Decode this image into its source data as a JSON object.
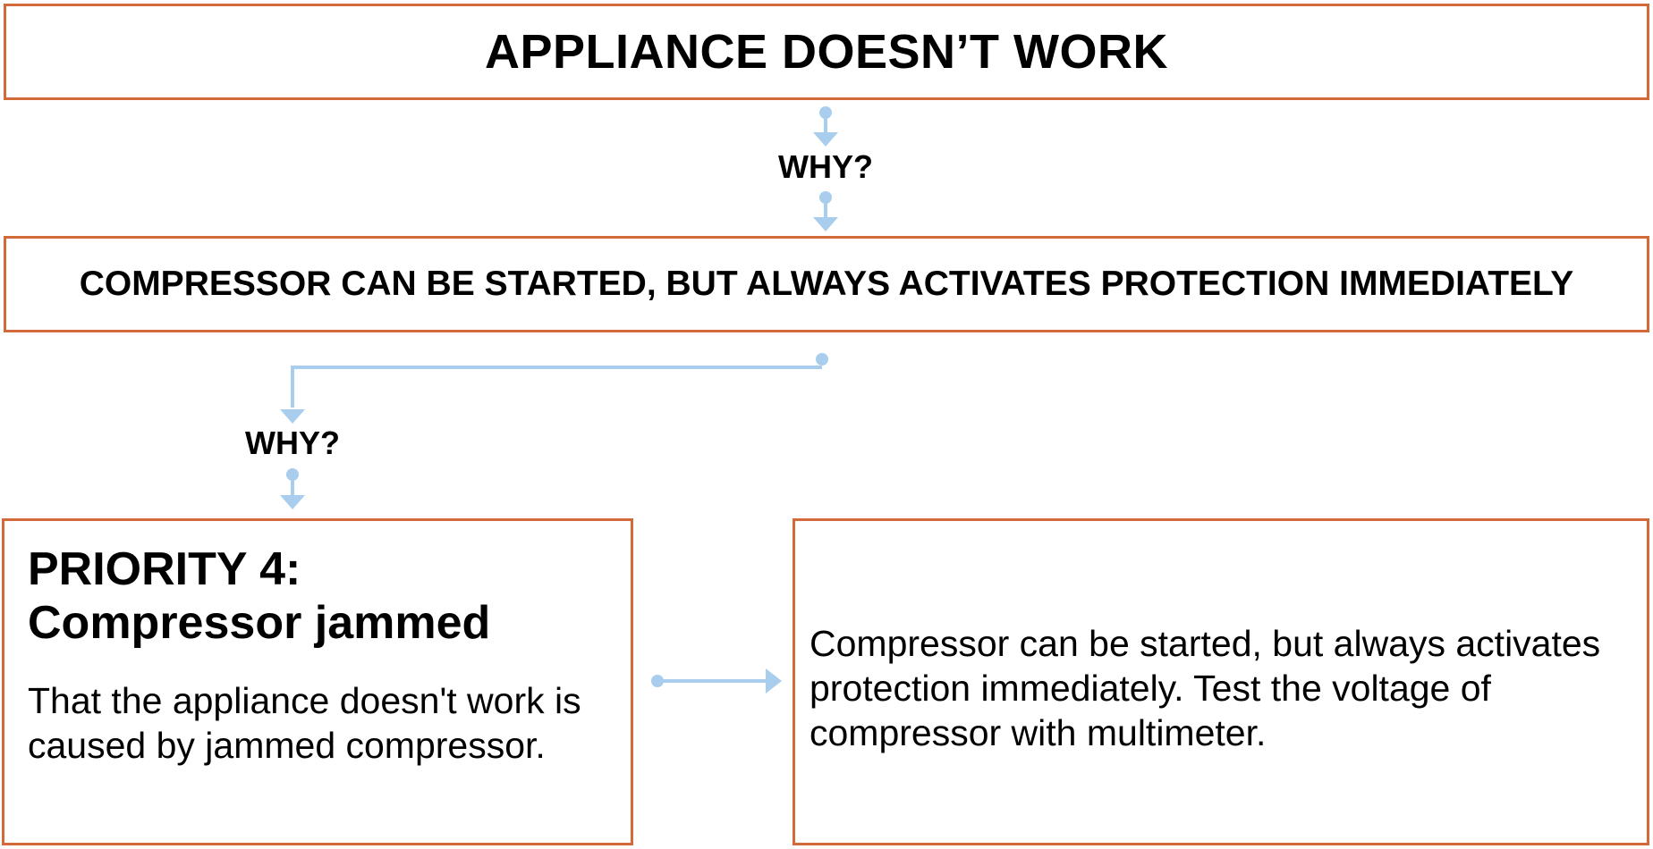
{
  "diagram": {
    "root": {
      "title": "APPLIANCE DOESN’T WORK"
    },
    "why_label_1": "WHY?",
    "symptom": {
      "title": "COMPRESSOR CAN BE STARTED, BUT ALWAYS ACTIVATES PROTECTION IMMEDIATELY"
    },
    "why_label_2": "WHY?",
    "cause": {
      "priority": "PRIORITY 4:",
      "title": "Compressor jammed",
      "description": "That the appliance doesn't work is caused by jammed compressor."
    },
    "action": {
      "description": "Compressor can be started, but always activates protection immediately. Test the voltage of compressor with multimeter."
    }
  },
  "colors": {
    "box_border": "#d26a3a",
    "connector": "#a9cdec",
    "text": "#000000"
  }
}
